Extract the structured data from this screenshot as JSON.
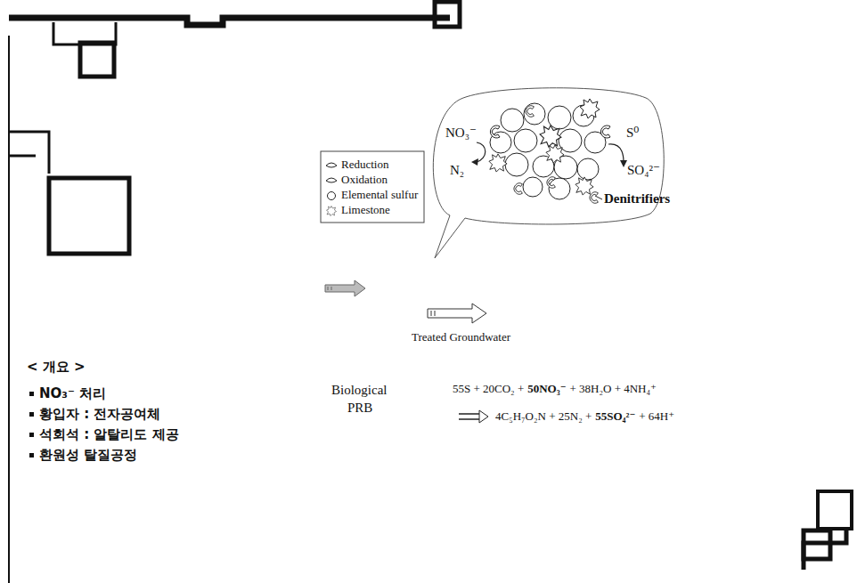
{
  "diagram": {
    "labels": [
      "NO₃⁻",
      "N₂",
      "S⁰",
      "SO₄²⁻",
      "Denitrifiers",
      "Treated Groundwater",
      "< 개요 >",
      "NO₃⁻ 처리",
      "황입자 : 전자공여체",
      "석회석 : 알탈리도 제공",
      "환원성 탈질공정",
      "Biological",
      "PRB",
      "55S + 20CO₂ +",
      "50NO₃⁻",
      "+ 38H₂O + 4NH₄⁺",
      "4C₅H₇O₂N + 25N₂ +",
      "55SO₄²⁻",
      "+ 64H⁺"
    ],
    "legend": [
      {
        "text": "Reduction"
      },
      {
        "text": "Oxidation"
      },
      {
        "text": "Elemental sulfur"
      },
      {
        "text": "Limestone"
      }
    ]
  }
}
